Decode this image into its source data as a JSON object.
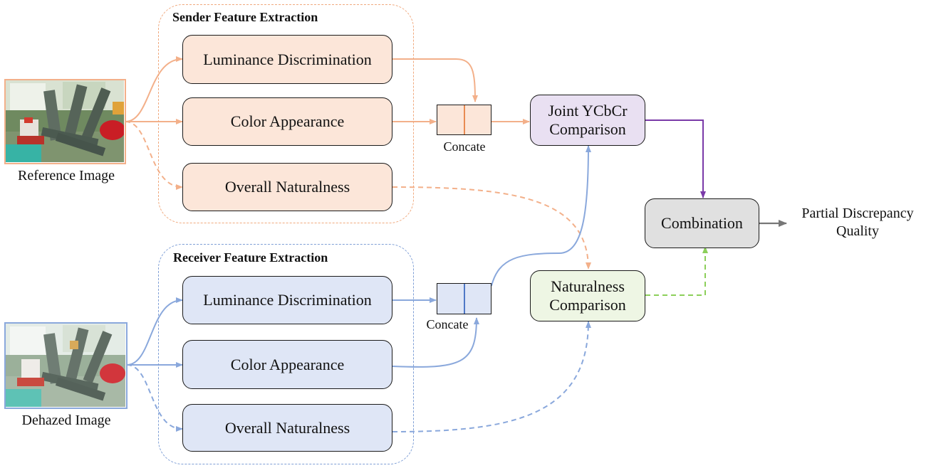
{
  "colors": {
    "sender_accent": "#f3b08a",
    "sender_fill": "#fce6d9",
    "receiver_accent": "#8aa8dc",
    "receiver_fill": "#dfe6f6",
    "joint_fill": "#e9e0f2",
    "joint_out": "#7a3aa8",
    "naturalness_fill": "#eef6e4",
    "naturalness_out": "#8ccf5a",
    "combination_fill": "#e0e0e0",
    "output_arrow": "#777777"
  },
  "inputs": {
    "reference_label": "Reference Image",
    "dehazed_label": "Dehazed Image"
  },
  "sender": {
    "title": "Sender Feature Extraction",
    "luminance": "Luminance Discrimination",
    "color": "Color Appearance",
    "naturalness": "Overall Naturalness",
    "concat_label": "Concate"
  },
  "receiver": {
    "title": "Receiver Feature Extraction",
    "luminance": "Luminance Discrimination",
    "color": "Color Appearance",
    "naturalness": "Overall Naturalness",
    "concat_label": "Concate"
  },
  "comparison": {
    "joint_line1": "Joint YCbCr",
    "joint_line2": "Comparison",
    "naturalness_line1": "Naturalness",
    "naturalness_line2": "Comparison"
  },
  "combination": {
    "label": "Combination"
  },
  "output": {
    "line1": "Partial Discrepancy",
    "line2": "Quality"
  }
}
